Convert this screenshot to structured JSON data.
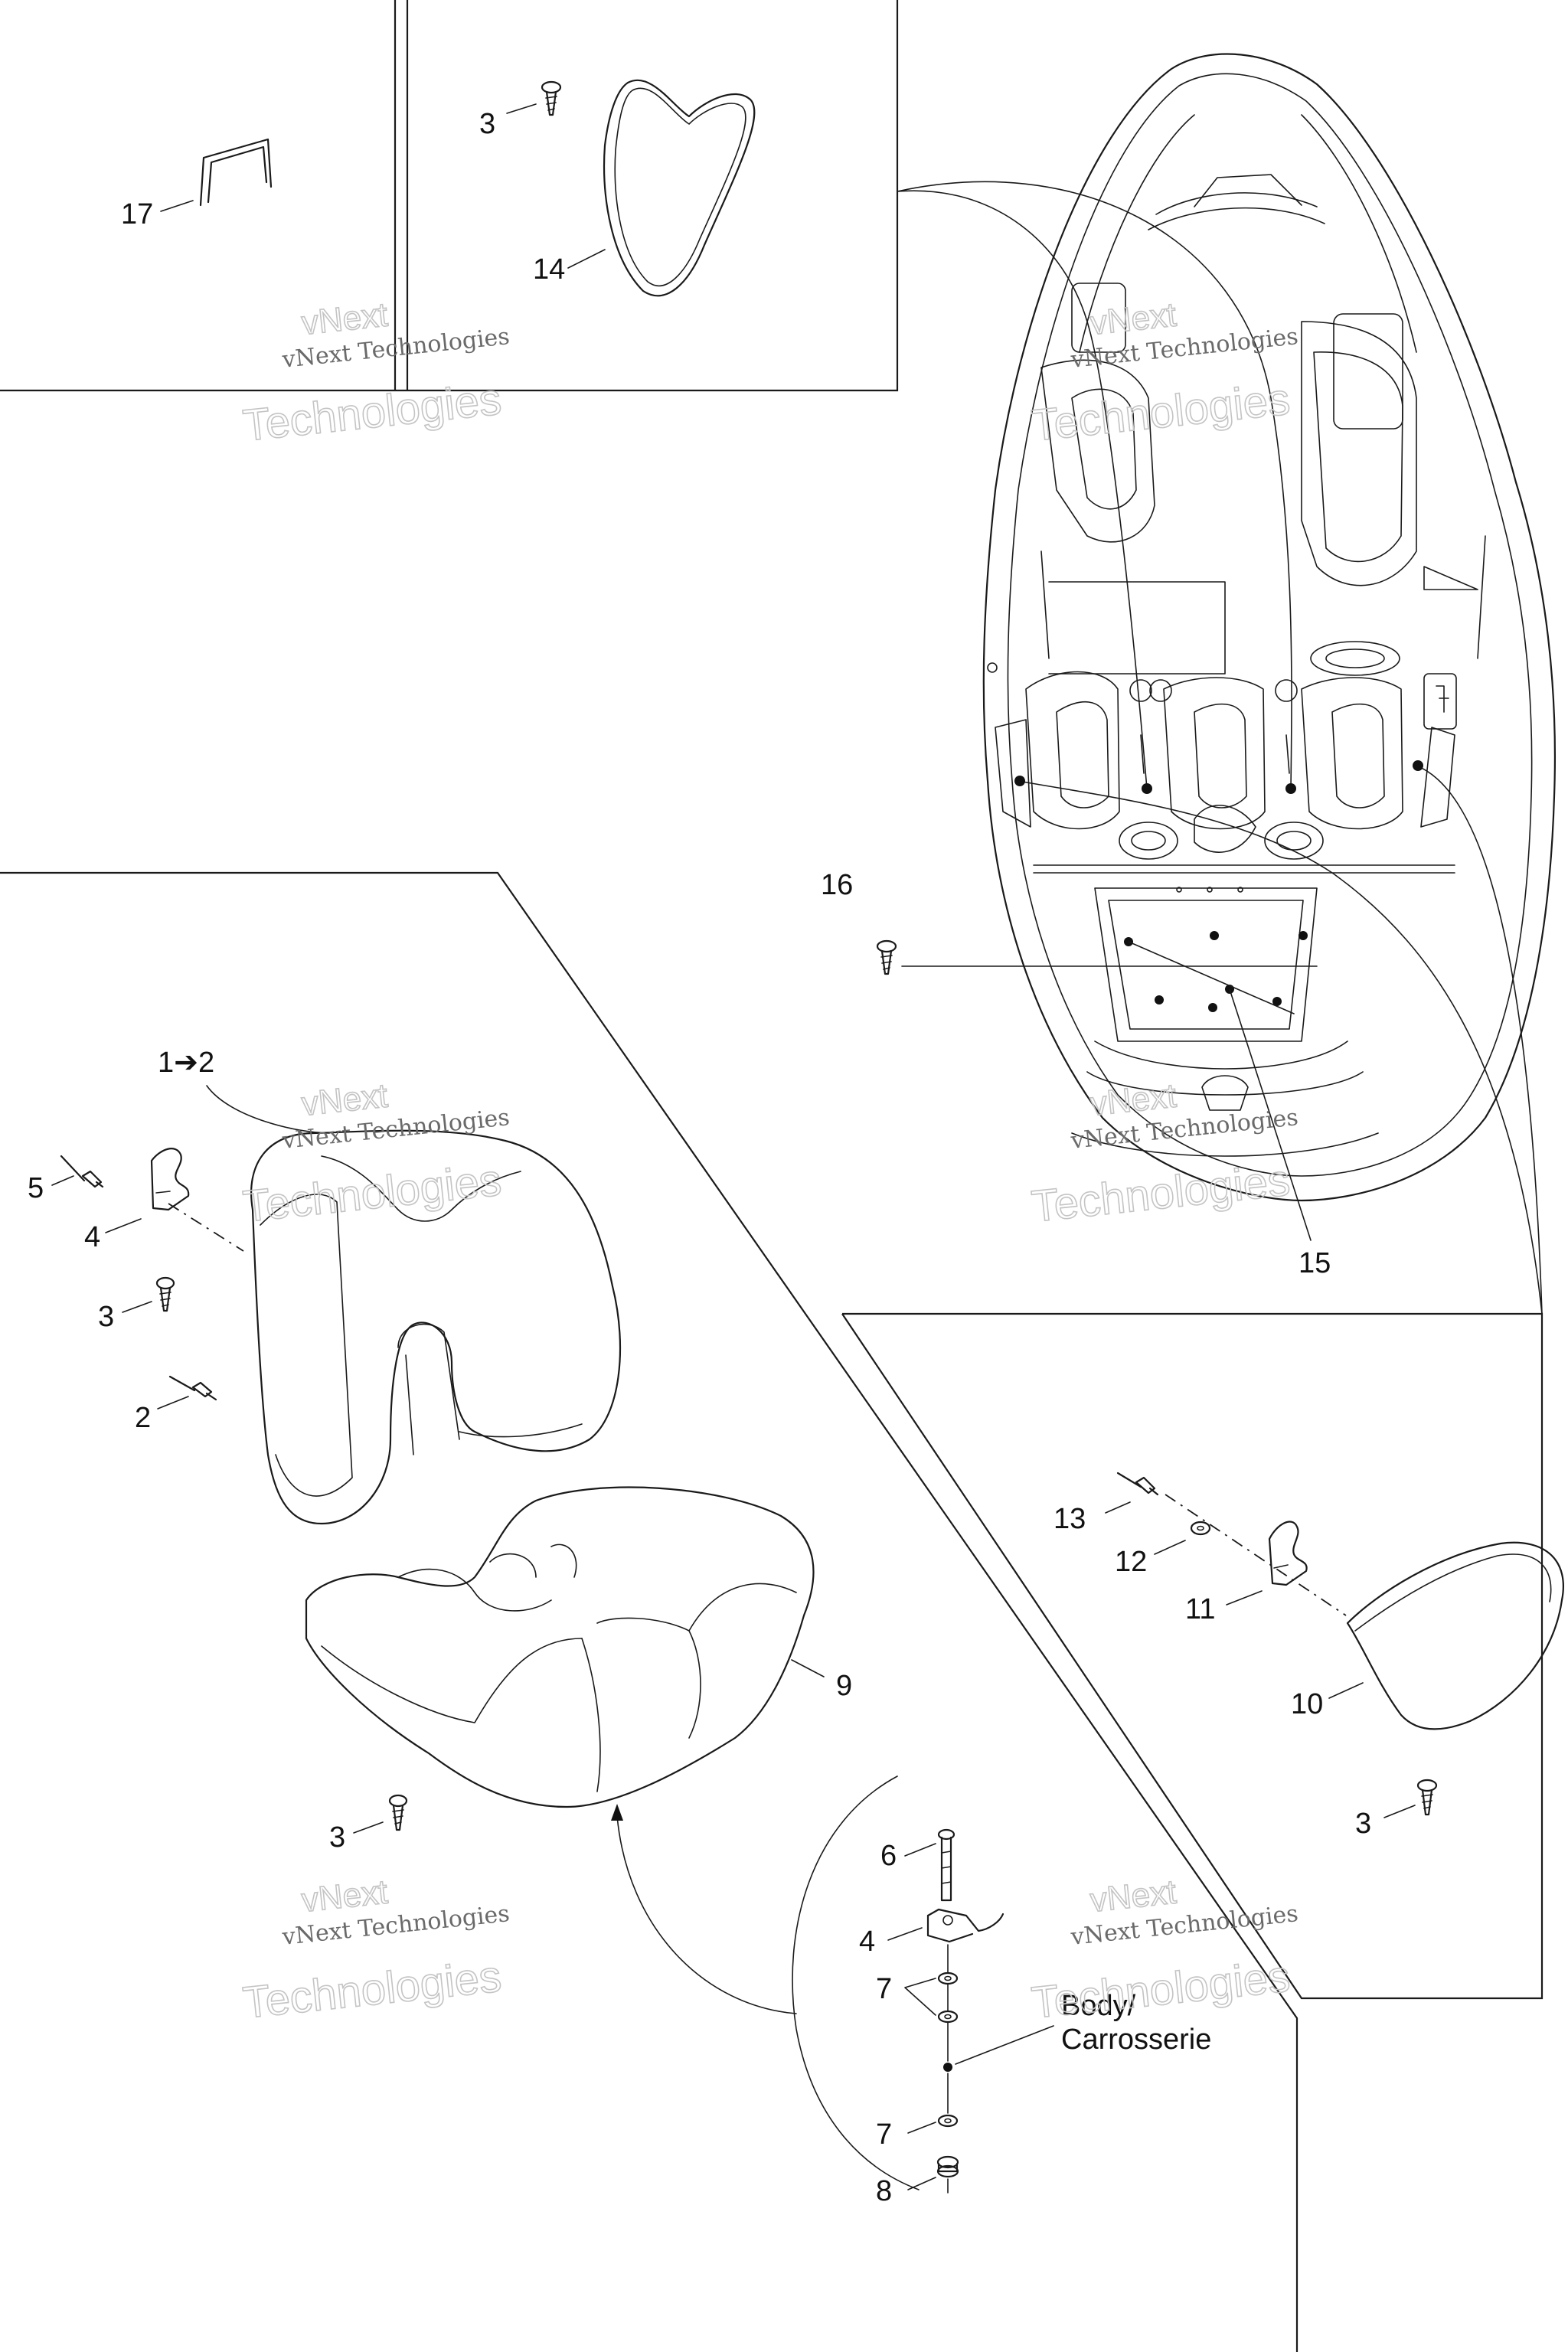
{
  "diagram": {
    "callouts": [
      {
        "id": "c17",
        "text": "17"
      },
      {
        "id": "c3a",
        "text": "3"
      },
      {
        "id": "c14",
        "text": "14"
      },
      {
        "id": "c16",
        "text": "16"
      },
      {
        "id": "c15",
        "text": "15"
      },
      {
        "id": "c1_2",
        "text": "1➔2"
      },
      {
        "id": "c5",
        "text": "5"
      },
      {
        "id": "c4a",
        "text": "4"
      },
      {
        "id": "c3b",
        "text": "3"
      },
      {
        "id": "c2",
        "text": "2"
      },
      {
        "id": "c9",
        "text": "9"
      },
      {
        "id": "c3c",
        "text": "3"
      },
      {
        "id": "c13",
        "text": "13"
      },
      {
        "id": "c12",
        "text": "12"
      },
      {
        "id": "c11",
        "text": "11"
      },
      {
        "id": "c10",
        "text": "10"
      },
      {
        "id": "c3d",
        "text": "3"
      },
      {
        "id": "c6",
        "text": "6"
      },
      {
        "id": "c4b",
        "text": "4"
      },
      {
        "id": "c7a",
        "text": "7"
      },
      {
        "id": "c7b",
        "text": "7"
      },
      {
        "id": "c8",
        "text": "8"
      }
    ],
    "body_label_line1": "Body/",
    "body_label_line2": "Carrosserie",
    "watermark_line1": "vNext Technologies",
    "watermark_line2_a": "vNext",
    "watermark_line2_b": "Technologies"
  }
}
